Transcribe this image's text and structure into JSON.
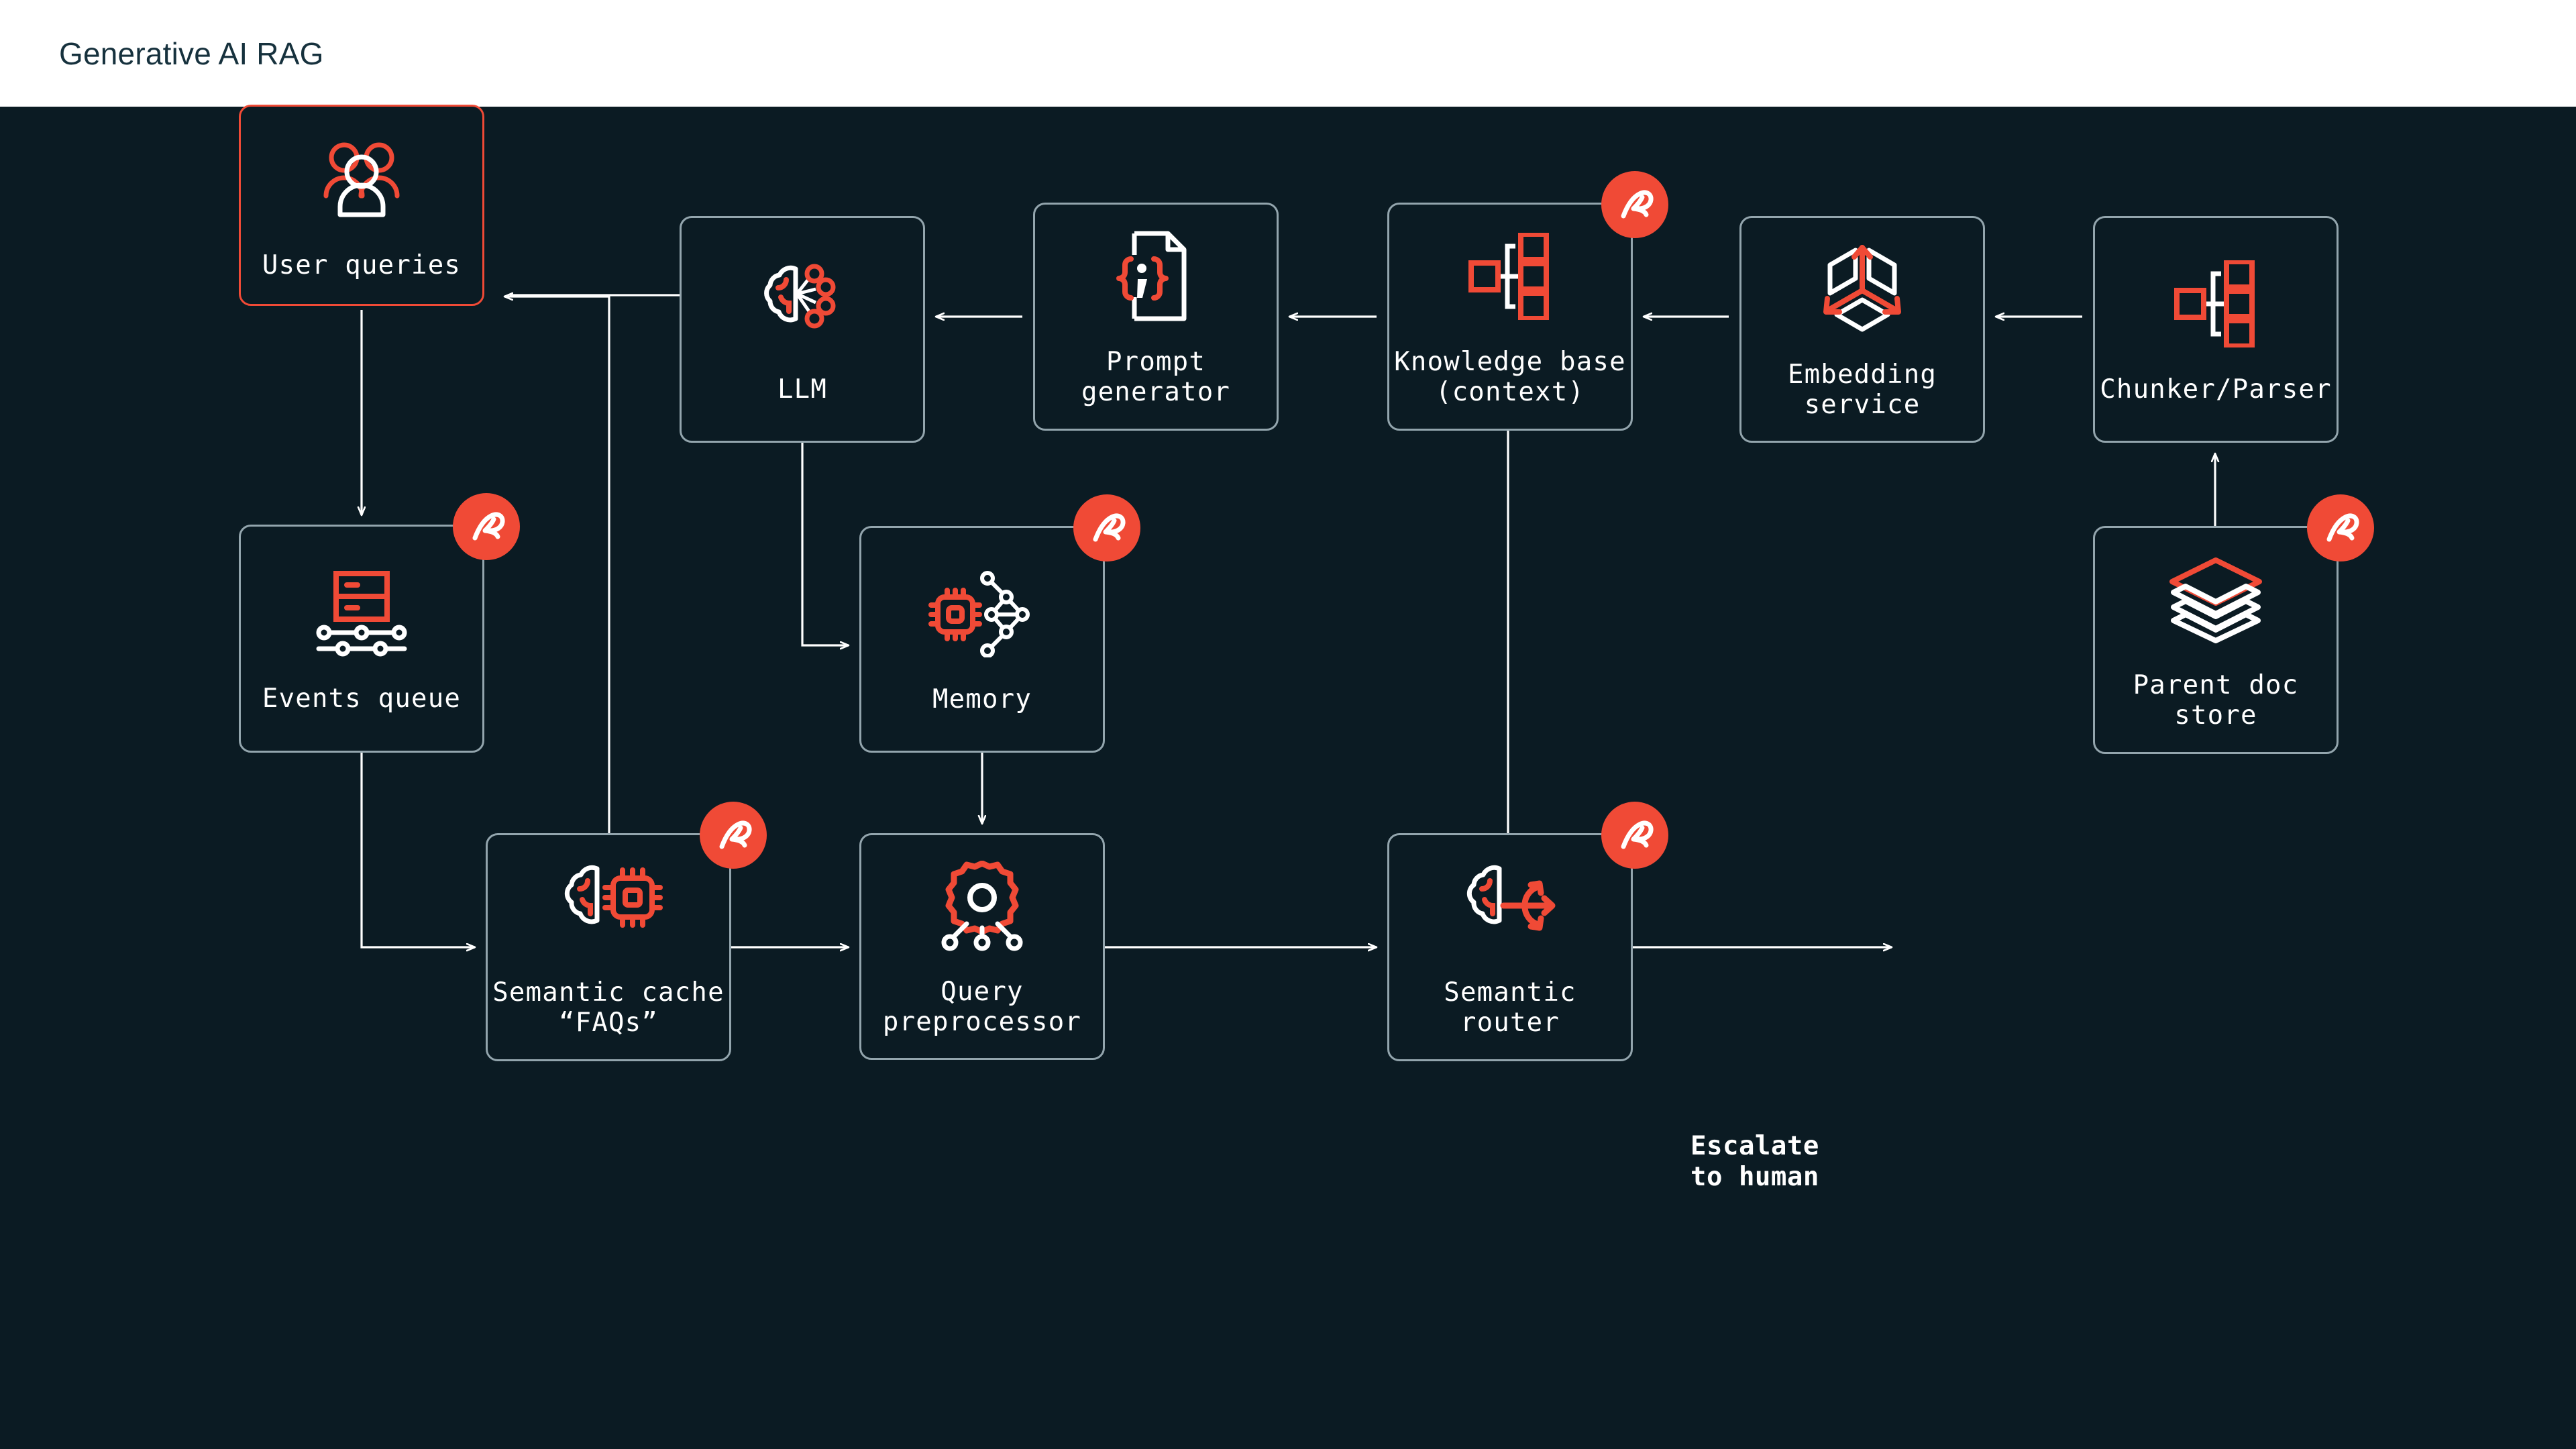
{
  "header": {
    "title": "Generative AI RAG"
  },
  "theme": {
    "background": "#0B1B23",
    "header_background": "#FFFFFF",
    "header_text": "#16313D",
    "node_border": "#93A5AD",
    "node_border_highlight": "#F04A36",
    "accent_red": "#F04A36",
    "text": "#FFFFFF",
    "connector": "#FFFFFF"
  },
  "diagram": {
    "nodes": [
      {
        "id": "user-queries",
        "label": "User queries",
        "icon": "users-icon",
        "highlighted": true,
        "badge": false
      },
      {
        "id": "events-queue",
        "label": "Events queue",
        "icon": "events-queue-icon",
        "highlighted": false,
        "badge": true
      },
      {
        "id": "llm",
        "label": "LLM",
        "icon": "brain-network-icon",
        "highlighted": false,
        "badge": false
      },
      {
        "id": "prompt-generator",
        "label": "Prompt\ngenerator",
        "icon": "document-braces-icon",
        "highlighted": false,
        "badge": false
      },
      {
        "id": "knowledge-base",
        "label": "Knowledge base\n(context)",
        "icon": "tree-hierarchy-icon",
        "highlighted": false,
        "badge": true
      },
      {
        "id": "embedding-service",
        "label": "Embedding\nservice",
        "icon": "vector-cube-icon",
        "highlighted": false,
        "badge": false
      },
      {
        "id": "chunker-parser",
        "label": "Chunker/Parser",
        "icon": "tree-hierarchy-icon",
        "highlighted": false,
        "badge": false
      },
      {
        "id": "parent-doc-store",
        "label": "Parent doc\nstore",
        "icon": "layers-stack-icon",
        "highlighted": false,
        "badge": true
      },
      {
        "id": "memory",
        "label": "Memory",
        "icon": "chip-graph-icon",
        "highlighted": false,
        "badge": true
      },
      {
        "id": "semantic-cache",
        "label": "Semantic cache\n“FAQs”",
        "icon": "brain-chip-icon",
        "highlighted": false,
        "badge": true
      },
      {
        "id": "query-preprocessor",
        "label": "Query\npreprocessor",
        "icon": "gear-nodes-icon",
        "highlighted": false,
        "badge": false
      },
      {
        "id": "semantic-router",
        "label": "Semantic\nrouter",
        "icon": "brain-router-icon",
        "highlighted": false,
        "badge": true
      }
    ],
    "annotations": [
      {
        "id": "escalate-to-human",
        "text": "Escalate\nto human"
      }
    ],
    "badge_logo": "redis-logo",
    "edges": [
      {
        "from": "user-queries",
        "to": "events-queue",
        "direction": "down"
      },
      {
        "from": "events-queue",
        "to": "semantic-cache",
        "direction": "right"
      },
      {
        "from": "semantic-cache",
        "to": "query-preprocessor",
        "direction": "right"
      },
      {
        "from": "query-preprocessor",
        "to": "semantic-router",
        "direction": "right"
      },
      {
        "from": "semantic-router",
        "to": "escalate-to-human",
        "direction": "right"
      },
      {
        "from": "semantic-cache",
        "to": "user-queries",
        "direction": "up-left"
      },
      {
        "from": "llm",
        "to": "user-queries",
        "direction": "up-left"
      },
      {
        "from": "llm",
        "to": "memory",
        "direction": "down-right"
      },
      {
        "from": "memory",
        "to": "query-preprocessor",
        "direction": "down"
      },
      {
        "from": "prompt-generator",
        "to": "llm",
        "direction": "left"
      },
      {
        "from": "knowledge-base",
        "to": "prompt-generator",
        "direction": "left"
      },
      {
        "from": "embedding-service",
        "to": "knowledge-base",
        "direction": "left"
      },
      {
        "from": "chunker-parser",
        "to": "embedding-service",
        "direction": "left"
      },
      {
        "from": "parent-doc-store",
        "to": "chunker-parser",
        "direction": "up"
      },
      {
        "from": "knowledge-base",
        "to": "semantic-router",
        "direction": "down"
      }
    ]
  }
}
